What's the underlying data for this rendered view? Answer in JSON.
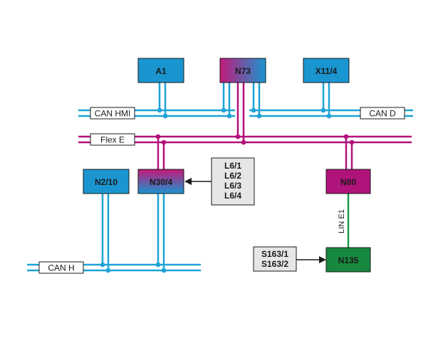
{
  "colors": {
    "can_blue": "#1ea3d6",
    "flex_magenta": "#b3107a",
    "lin_green": "#1a9a4a",
    "module_blue": "#1a95d0",
    "module_magenta": "#b0137a",
    "module_green": "#17883f",
    "module_gradient_top": "#c2197a",
    "module_gradient_bottom": "#1a95d0",
    "label_box_fill": "#e6e6e6",
    "text_dark": "#1a1a1a"
  },
  "buses": {
    "can_hmi": "CAN HMI",
    "can_d": "CAN D",
    "flex_e": "Flex E",
    "can_h": "CAN H",
    "lin_e1": "LIN E1"
  },
  "modules": {
    "a1": "A1",
    "n73": "N73",
    "x11_4": "X11/4",
    "n2_10": "N2/10",
    "n30_4": "N30/4",
    "n80": "N80",
    "n135": "N135"
  },
  "component_groups": {
    "lamps": [
      "L6/1",
      "L6/2",
      "L6/3",
      "L6/4"
    ],
    "switches": [
      "S163/1",
      "S163/2"
    ]
  }
}
